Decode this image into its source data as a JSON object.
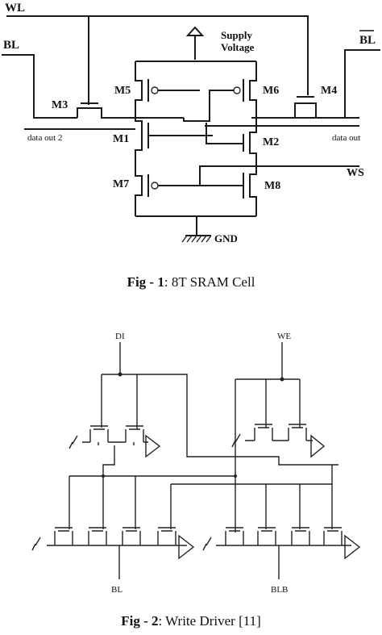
{
  "fig1": {
    "labels": {
      "wl": "WL",
      "bl": "BL",
      "blb": "BL",
      "supply": "Supply",
      "voltage": "Voltage",
      "m3": "M3",
      "m4": "M4",
      "m5": "M5",
      "m6": "M6",
      "m1": "M1",
      "m2": "M2",
      "m7": "M7",
      "m8": "M8",
      "data_out_2": "data out 2",
      "data_out": "data out",
      "ws": "WS",
      "gnd": "GND"
    },
    "caption_prefix": "Fig - 1",
    "caption_text": ": 8T SRAM Cell"
  },
  "fig2": {
    "labels": {
      "di": "DI",
      "we": "WE",
      "bl": "BL",
      "blb": "BLB"
    },
    "caption_prefix": "Fig - 2",
    "caption_text": ":  Write Driver [11]"
  }
}
